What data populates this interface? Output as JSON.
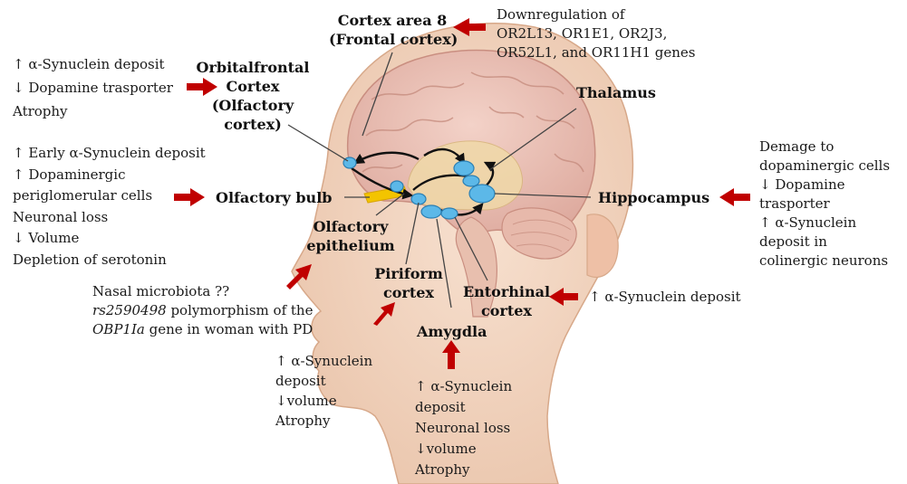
{
  "colors": {
    "arrow": "#c00000",
    "skin": "#f2d3bc",
    "brain": "#ecc0b4",
    "node": "#5cb8e8",
    "bulb": "#f3c400"
  },
  "regions": {
    "cortex8": {
      "line1": "Cortex area 8",
      "line2": "(Frontal cortex)"
    },
    "orbital": {
      "line1": "Orbitalfrontal",
      "line2": "Cortex",
      "line3": "(Olfactory",
      "line4": "cortex)"
    },
    "thalamus": "Thalamus",
    "olfactory_bulb": "Olfactory bulb",
    "olfactory_epithelium": {
      "line1": "Olfactory",
      "line2": "epithelium"
    },
    "hippocampus": "Hippocampus",
    "piriform": {
      "line1": "Piriform",
      "line2": "cortex"
    },
    "entorhinal": {
      "line1": "Entorhinal",
      "line2": "cortex"
    },
    "amygdala": "Amygdla"
  },
  "notes": {
    "cortex8": [
      "Downregulation of",
      "OR2L13, OR1E1, OR2J3,",
      "OR52L1, and OR11H1 genes"
    ],
    "orbital": [
      "↑ α-Synuclein deposit",
      "↓ Dopamine trasporter",
      "Atrophy"
    ],
    "olfactory_bulb": [
      "↑ Early α-Synuclein deposit",
      "↑ Dopaminergic",
      "periglomerular cells",
      "Neuronal loss",
      "↓ Volume",
      "Depletion of serotonin"
    ],
    "epithelium": {
      "line1": "Nasal microbiota ??",
      "line2_italic": "rs2590498",
      "line2_rest": " polymorphism of the",
      "line3_italic": "OBP1Ia",
      "line3_rest": " gene in woman with PD"
    },
    "hippocampus": [
      "Demage to",
      "dopaminergic cells",
      "↓ Dopamine",
      "trasporter",
      "↑ α-Synuclein",
      "deposit in",
      "colinergic neurons"
    ],
    "entorhinal": "↑ α-Synuclein deposit",
    "piriform": [
      "↑ α-Synuclein",
      "deposit",
      "↓volume",
      "Atrophy"
    ],
    "amygdala": [
      "↑ α-Synuclein",
      "deposit",
      "Neuronal loss",
      "↓volume",
      "Atrophy"
    ]
  }
}
